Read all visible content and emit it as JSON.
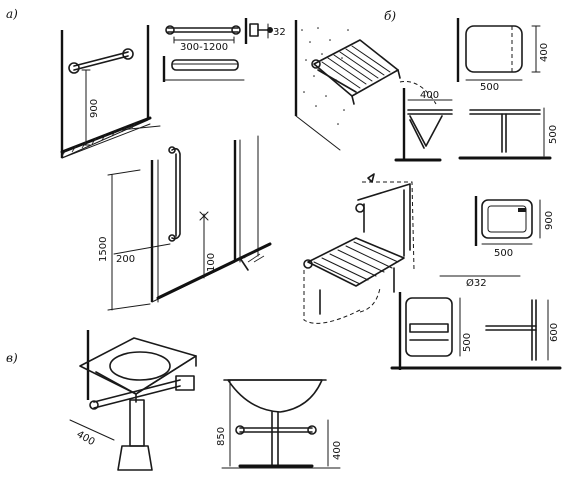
{
  "labels": {
    "section_a": "а)",
    "section_b": "б)",
    "section_v": "в)"
  },
  "dimensions": {
    "a_rail_height": "900",
    "a_rail_length": "300-1200",
    "a_rail_depth": "32",
    "a_vertical_height": "1500",
    "a_offset": "200",
    "a_floor_step": "100",
    "b_seat_height": "400",
    "b_seat_width_top": "500",
    "b_seat_depth_side": "400",
    "b_seat_height_side": "500",
    "b_chair_height": "900",
    "b_chair_width": "500",
    "b_tube": "Ø32",
    "b_front_height": "500",
    "b_side_height": "600",
    "v_basin_offset": "400",
    "v_basin_height": "850",
    "v_rail_height": "400"
  }
}
